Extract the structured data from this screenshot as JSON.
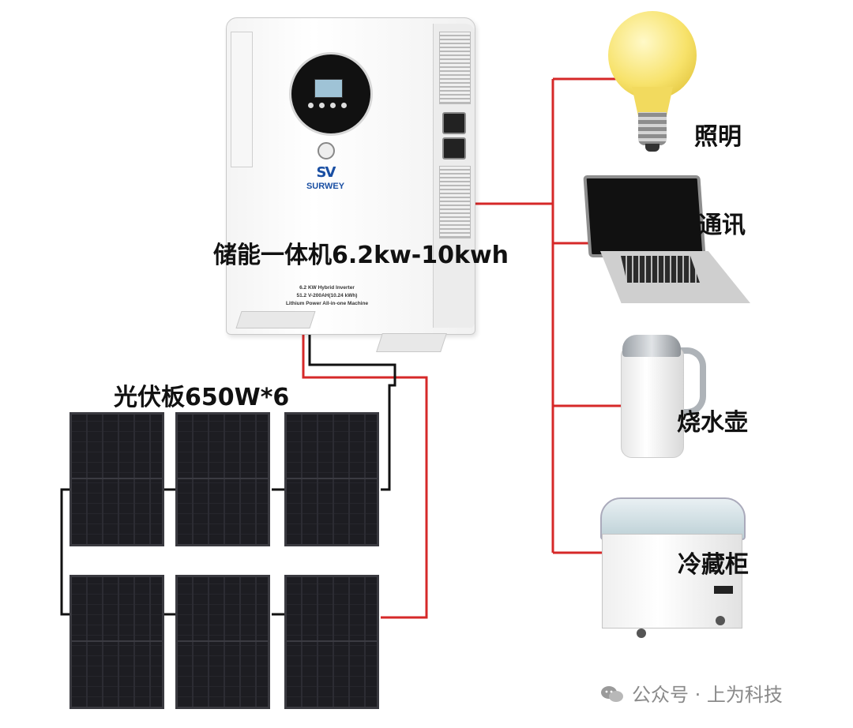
{
  "inverter": {
    "label": "储能一体机6.2kw-10kwh",
    "brand": "SURWEY",
    "brand_mark": "SV",
    "caption_lines": [
      "6.2 KW Hybrid Inverter",
      "51.2 V-200AH(10.24 kWh)",
      "Lithium Power All-in-one Machine"
    ]
  },
  "solar": {
    "label": "光伏板650W*6",
    "panel_count": 6
  },
  "loads": [
    {
      "label": "照明",
      "icon": "light-bulb-icon"
    },
    {
      "label": "通讯",
      "icon": "laptop-icon"
    },
    {
      "label": "烧水壶",
      "icon": "kettle-icon"
    },
    {
      "label": "冷藏柜",
      "icon": "freezer-icon"
    }
  ],
  "watermark": {
    "text": "公众号 · 上为科技"
  },
  "colors": {
    "wire_red": "#d62828",
    "wire_black": "#111111"
  }
}
